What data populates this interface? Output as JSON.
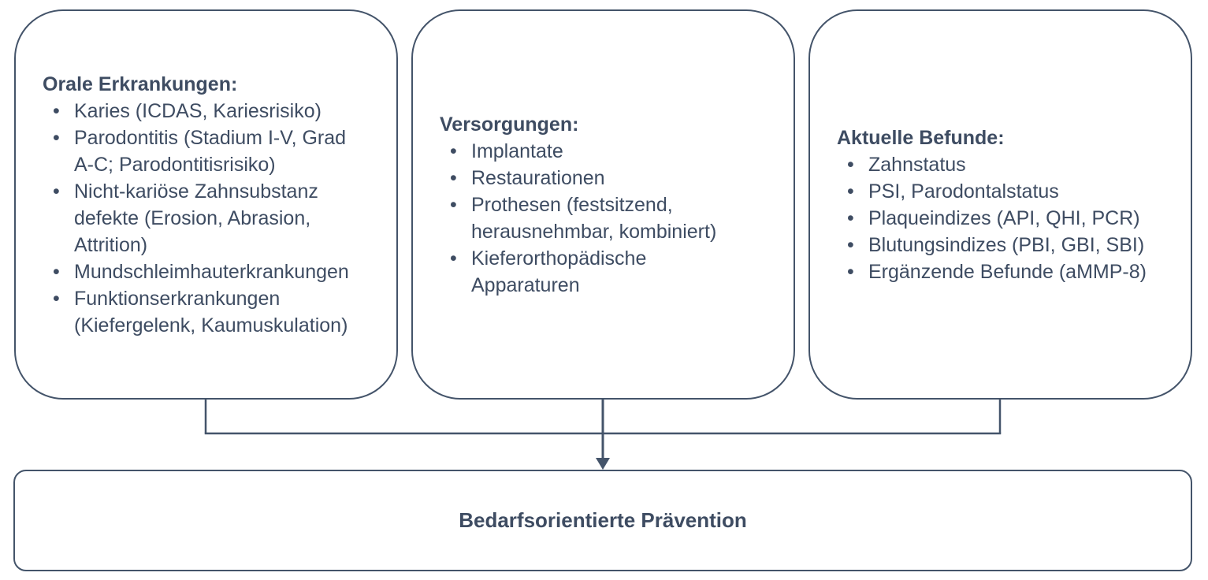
{
  "colors": {
    "accent": "#44546A",
    "text": "#3E4C62",
    "background": "#FFFFFF"
  },
  "boxes": [
    {
      "title": "Orale Erkrankungen:",
      "items": [
        "Karies (ICDAS, Kariesrisiko)",
        "Parodontitis (Stadium I-V, Grad\nA-C; Parodontitisrisiko)",
        "Nicht-kariöse Zahnsubstanz\ndefekte (Erosion, Abrasion,\nAttrition)",
        "Mundschleimhauterkrankungen",
        "Funktionserkrankungen\n(Kiefergelenk, Kaumuskulation)"
      ]
    },
    {
      "title": "Versorgungen:",
      "items": [
        "Implantate",
        "Restaurationen",
        "Prothesen (festsitzend,\nherausnehmbar, kombiniert)",
        "Kieferorthopädische\nApparaturen"
      ]
    },
    {
      "title": "Aktuelle Befunde:",
      "items": [
        "Zahnstatus",
        "PSI, Parodontalstatus",
        "Plaqueindizes (API, QHI, PCR)",
        "Blutungsindizes (PBI, GBI, SBI)",
        "Ergänzende Befunde (aMMP-8)"
      ]
    }
  ],
  "result_box": {
    "label": "Bedarfsorientierte Prävention"
  }
}
